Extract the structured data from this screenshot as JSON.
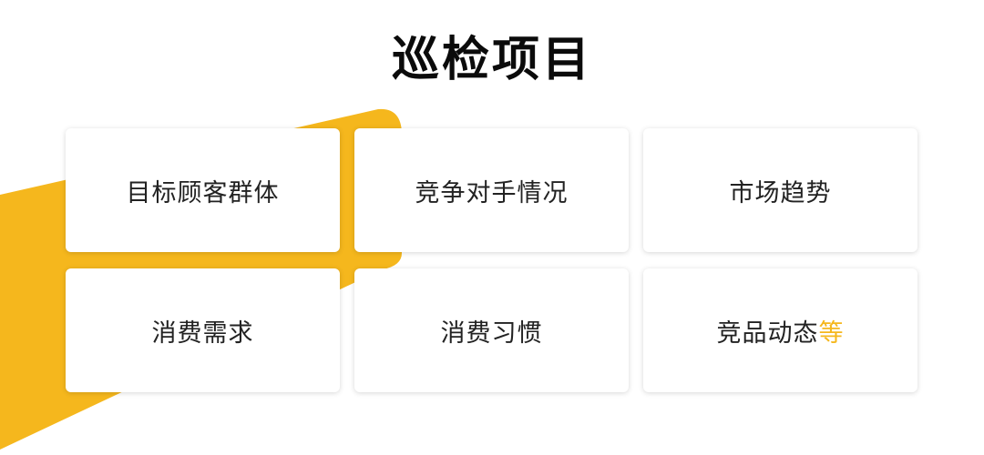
{
  "title": "巡检项目",
  "colors": {
    "accent": "#f5b71d",
    "card_bg": "#ffffff",
    "title_text": "#0b0b0b",
    "card_text": "#222222"
  },
  "cards": [
    {
      "label": "目标顾客群体",
      "accent_suffix": ""
    },
    {
      "label": "竞争对手情况",
      "accent_suffix": ""
    },
    {
      "label": "市场趋势",
      "accent_suffix": ""
    },
    {
      "label": "消费需求",
      "accent_suffix": ""
    },
    {
      "label": "消费习惯",
      "accent_suffix": ""
    },
    {
      "label": "竞品动态",
      "accent_suffix": "等"
    }
  ]
}
